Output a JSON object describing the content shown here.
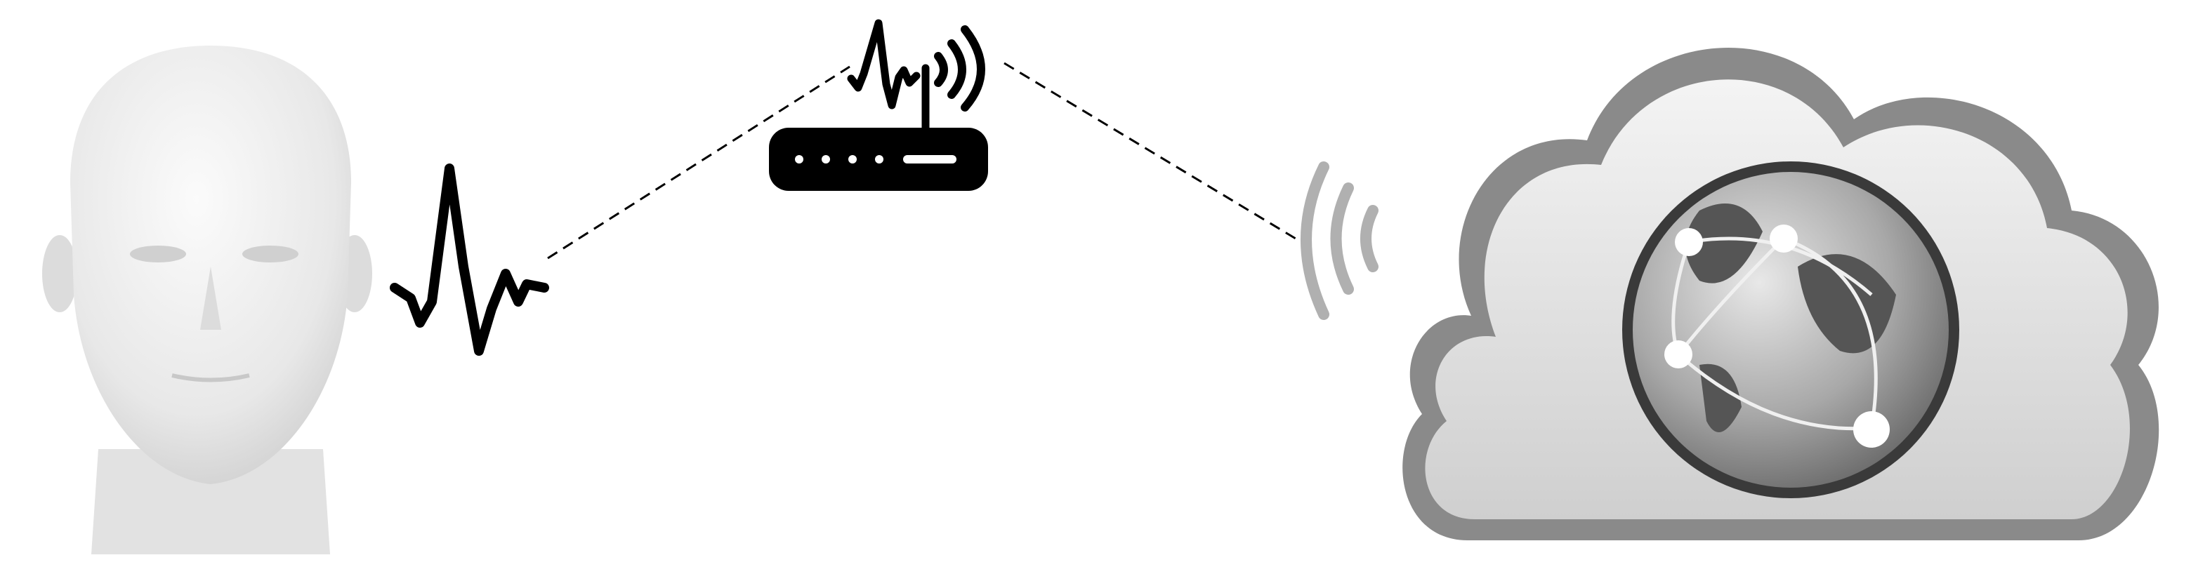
{
  "diagram": {
    "nodes": [
      {
        "id": "head",
        "icon": "human-head-icon"
      },
      {
        "id": "signal",
        "icon": "brain-signal-waveform-icon"
      },
      {
        "id": "router",
        "icon": "wifi-router-icon"
      },
      {
        "id": "wireless",
        "icon": "wireless-waves-icon"
      },
      {
        "id": "cloud",
        "icon": "cloud-globe-icon"
      }
    ],
    "edges": [
      {
        "from": "signal",
        "to": "router",
        "style": "dashed"
      },
      {
        "from": "router",
        "to": "wireless",
        "style": "dashed"
      }
    ],
    "colors": {
      "ink": "#000000",
      "head": "#e6e6e6",
      "cloud_outline": "#8a8a8a",
      "cloud_fill": "#d9d9d9",
      "globe_ocean": "#9a9a9a",
      "globe_land": "#555555",
      "wireless_waves": "#b0b0b0"
    }
  }
}
